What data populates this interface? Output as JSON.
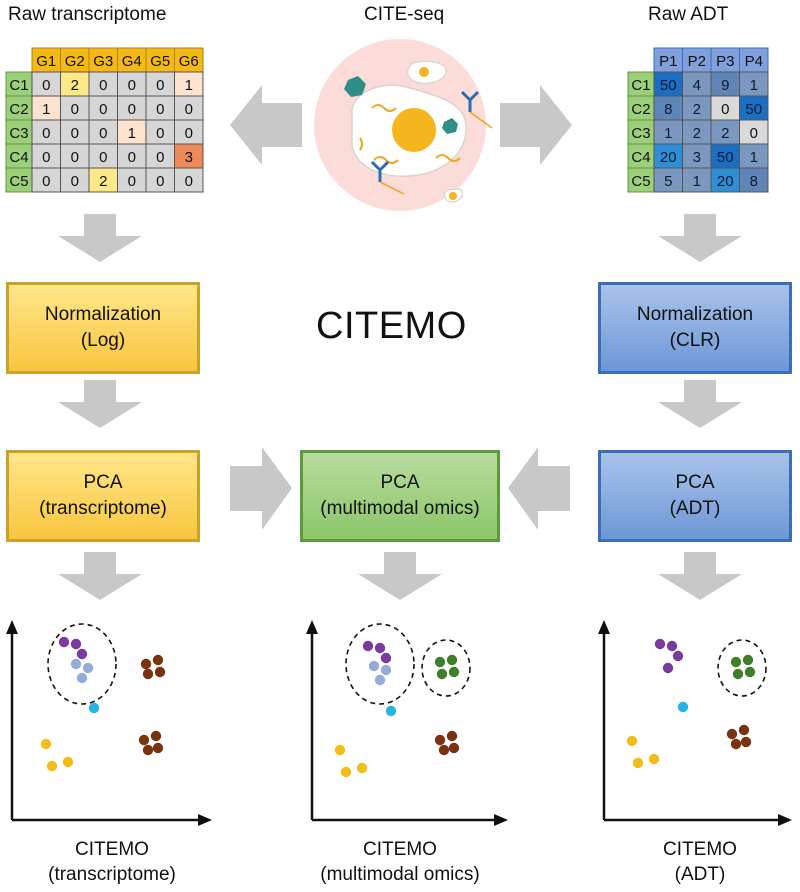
{
  "headers": {
    "left": "Raw transcriptome",
    "center": "CITE-seq",
    "right": "Raw ADT"
  },
  "title": "CITEMO",
  "transcriptome_matrix": {
    "cols": [
      "G1",
      "G2",
      "G3",
      "G4",
      "G5",
      "G6"
    ],
    "rows": [
      "C1",
      "C2",
      "C3",
      "C4",
      "C5"
    ],
    "values": [
      [
        "0",
        "2",
        "0",
        "0",
        "0",
        "1"
      ],
      [
        "1",
        "0",
        "0",
        "0",
        "0",
        "0"
      ],
      [
        "0",
        "0",
        "0",
        "1",
        "0",
        "0"
      ],
      [
        "0",
        "0",
        "0",
        "0",
        "0",
        "3"
      ],
      [
        "0",
        "0",
        "2",
        "0",
        "0",
        "0"
      ]
    ]
  },
  "adt_matrix": {
    "cols": [
      "P1",
      "P2",
      "P3",
      "P4"
    ],
    "rows": [
      "C1",
      "C2",
      "C3",
      "C4",
      "C5"
    ],
    "values": [
      [
        "50",
        "4",
        "9",
        "1"
      ],
      [
        "8",
        "2",
        "0",
        "50"
      ],
      [
        "1",
        "2",
        "2",
        "0"
      ],
      [
        "20",
        "3",
        "50",
        "1"
      ],
      [
        "5",
        "1",
        "20",
        "8"
      ]
    ]
  },
  "boxes": {
    "norm_log": {
      "line1": "Normalization",
      "line2": "(Log)"
    },
    "norm_clr": {
      "line1": "Normalization",
      "line2": "(CLR)"
    },
    "pca_transcriptome": {
      "line1": "PCA",
      "line2": "(transcriptome)"
    },
    "pca_multimodal": {
      "line1": "PCA",
      "line2": "(multimodal omics)"
    },
    "pca_adt": {
      "line1": "PCA",
      "line2": "(ADT)"
    }
  },
  "captions": {
    "left": {
      "line1": "CITEMO",
      "line2": "(transcriptome)"
    },
    "center": {
      "line1": "CITEMO",
      "line2": "(multimodal omics)"
    },
    "right": {
      "line1": "CITEMO",
      "line2": "(ADT)"
    }
  },
  "colors": {
    "yellow_fill": "#f8c63e",
    "blue_fill": "#6d97d6",
    "green_fill": "#8cc66a",
    "arrow": "#c8c8c8",
    "dot_purple": "#7b3a9c",
    "dot_lightblue": "#94acd6",
    "dot_brown": "#7a3310",
    "dot_cyan": "#22b5e6",
    "dot_yellow": "#f2bd18",
    "dot_green": "#3f7f2a"
  }
}
